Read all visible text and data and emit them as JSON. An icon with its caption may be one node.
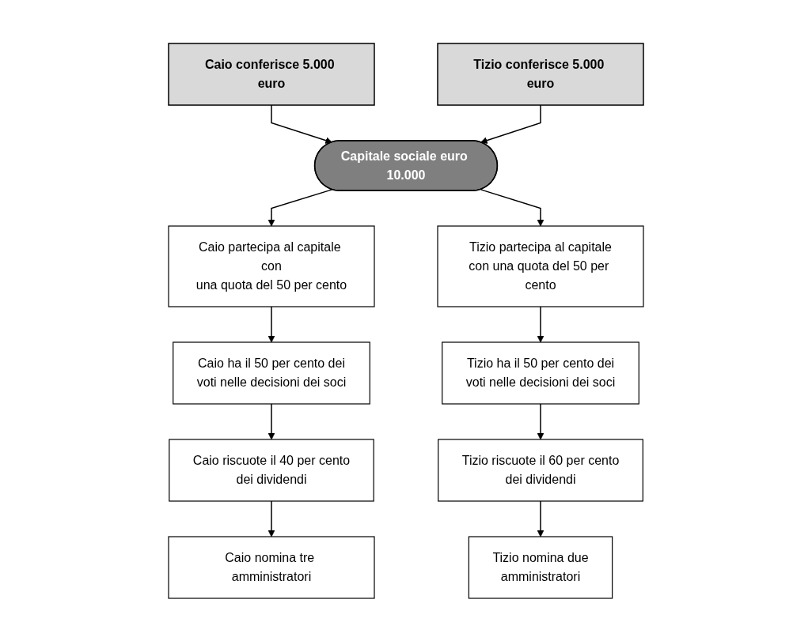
{
  "diagram": {
    "nodes": [
      {
        "text": [
          "Caio conferisce 5.000 euro"
        ]
      },
      {
        "text": [
          "Tizio conferisce 5.000 euro"
        ]
      },
      {
        "text": [
          "Capitale sociale euro 10.000"
        ]
      },
      {
        "text": [
          "Caio partecipa al capitale con una quota del 50 per cento"
        ]
      },
      {
        "text": [
          "Tizio partecipa al capitale con una quota del 50 per cento"
        ]
      },
      {
        "text": [
          "Caio ha il 50 per cento dei voti nelle decisioni dei soci"
        ]
      },
      {
        "text": [
          "Tizio ha il 50 per cento dei voti nelle decisioni dei soci"
        ]
      },
      {
        "text": [
          "Caio riscuote il 40 per cento dei dividendi"
        ]
      },
      {
        "text": [
          "Tizio riscuote il 60 per cento dei dividendi"
        ]
      },
      {
        "text": [
          "Caio nomina tre amministratori"
        ]
      },
      {
        "text": [
          "Tizio nomina due amministratori"
        ]
      }
    ],
    "edges": [
      {
        "from": 0,
        "to": 2,
        "arrow": "to"
      },
      {
        "from": 1,
        "to": 2,
        "arrow": "to"
      },
      {
        "from": 2,
        "to": 3,
        "arrow": "to"
      },
      {
        "from": 2,
        "to": 4,
        "arrow": "to"
      },
      {
        "from": 3,
        "to": 5,
        "arrow": "to"
      },
      {
        "from": 4,
        "to": 6,
        "arrow": "to"
      },
      {
        "from": 5,
        "to": 7,
        "arrow": "to"
      },
      {
        "from": 6,
        "to": 8,
        "arrow": "to"
      },
      {
        "from": 7,
        "to": 9,
        "arrow": "to"
      },
      {
        "from": 8,
        "to": 10,
        "arrow": "to"
      }
    ]
  }
}
